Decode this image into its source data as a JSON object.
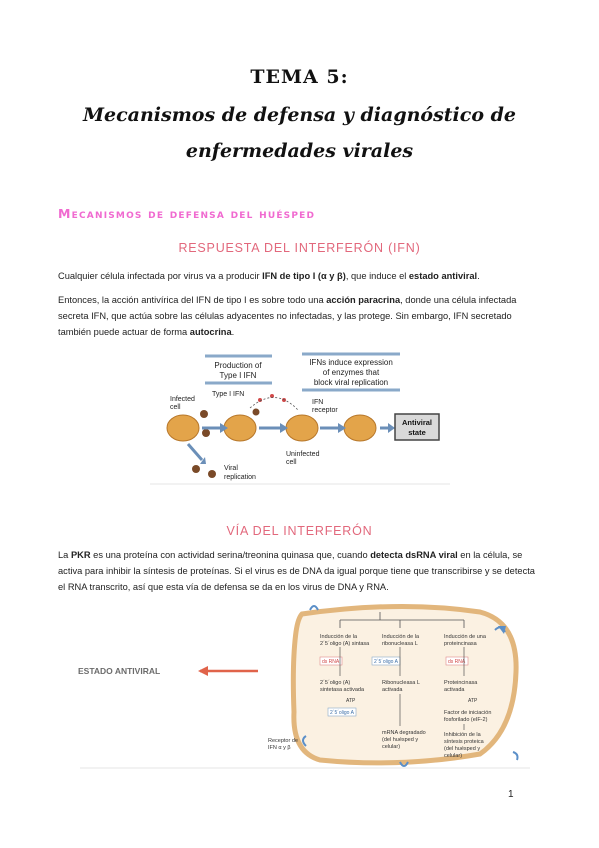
{
  "header": {
    "tema": "TEMA 5:",
    "title_line1": "Mecanismos de defensa y diagnóstico de",
    "title_line2": "enfermedades virales"
  },
  "section1": {
    "heading": "Mecanismos de defensa del huésped",
    "subheading": "RESPUESTA DEL INTERFERÓN (IFN)",
    "p1": {
      "t1": "Cualquier célula infectada por virus va a producir ",
      "b1": "IFN de tipo I (α y β)",
      "t2": ", que induce el ",
      "b2": "estado antiviral",
      "t3": "."
    },
    "p2": {
      "t1": "Entonces, la acción antivírica del IFN de tipo I es sobre todo una ",
      "b1": "acción paracrina",
      "t2": ", donde una célula infectada secreta IFN, que actúa sobre las células adyacentes no infectadas, y las protege. Sin embargo, IFN secretado también puede actuar de forma ",
      "b2": "autocrina",
      "t3": "."
    },
    "figure": {
      "box1": [
        "Production of",
        "Type I IFN"
      ],
      "box2": [
        "IFNs induce expression",
        "of enzymes that",
        "block viral replication"
      ],
      "type1": "Type I IFN",
      "infected": [
        "Infected",
        "cell"
      ],
      "receptor": [
        "IFN",
        "receptor"
      ],
      "uninfected": [
        "Uninfected",
        "cell"
      ],
      "viral": [
        "Viral",
        "replication"
      ],
      "antiviral": [
        "Antiviral",
        "state"
      ]
    }
  },
  "section2": {
    "subheading": "VÍA DEL INTERFERÓN",
    "p3": {
      "t1": "La ",
      "b1": "PKR",
      "t2": " es una proteína con actividad serina/treonina quinasa que, cuando ",
      "b2": "detecta dsRNA viral",
      "t3": " en la célula, se activa para inhibir la síntesis de proteínas. Si el virus es de DNA da igual porque tiene que transcribirse y se detecta el RNA transcrito, así que esta vía de defensa se da en los virus de DNA y RNA."
    },
    "figure": {
      "estado": "ESTADO ANTIVIRAL",
      "col1": [
        "Inducción de la",
        "2´5´oligo (A) sintasa"
      ],
      "col2": [
        "Inducción de la",
        "ribonucleasa L"
      ],
      "col3": [
        "Inducción de una",
        "proteincinasa"
      ],
      "dsrna": "ds RNA",
      "oligoA": "2´5´oligo A",
      "sintetasa": [
        "2´5´oligo (A)",
        "sintetasa activada"
      ],
      "atp": "ATP",
      "ribo": [
        "Ribonucleasa L",
        "activada"
      ],
      "protein": [
        "Proteincinasa",
        "activada"
      ],
      "factor": [
        "Factor de iniciación",
        "fosforilado (eIF-2)"
      ],
      "mrna": [
        "mRNA degradado",
        "(del huésped y",
        "celular)"
      ],
      "inhib": [
        "Inhibición de la",
        "síntesis proteica",
        "(del huésped y",
        "celular)"
      ],
      "receptor": [
        "Receptor de",
        "IFN α y β"
      ]
    }
  },
  "footer": {
    "page": "1"
  }
}
